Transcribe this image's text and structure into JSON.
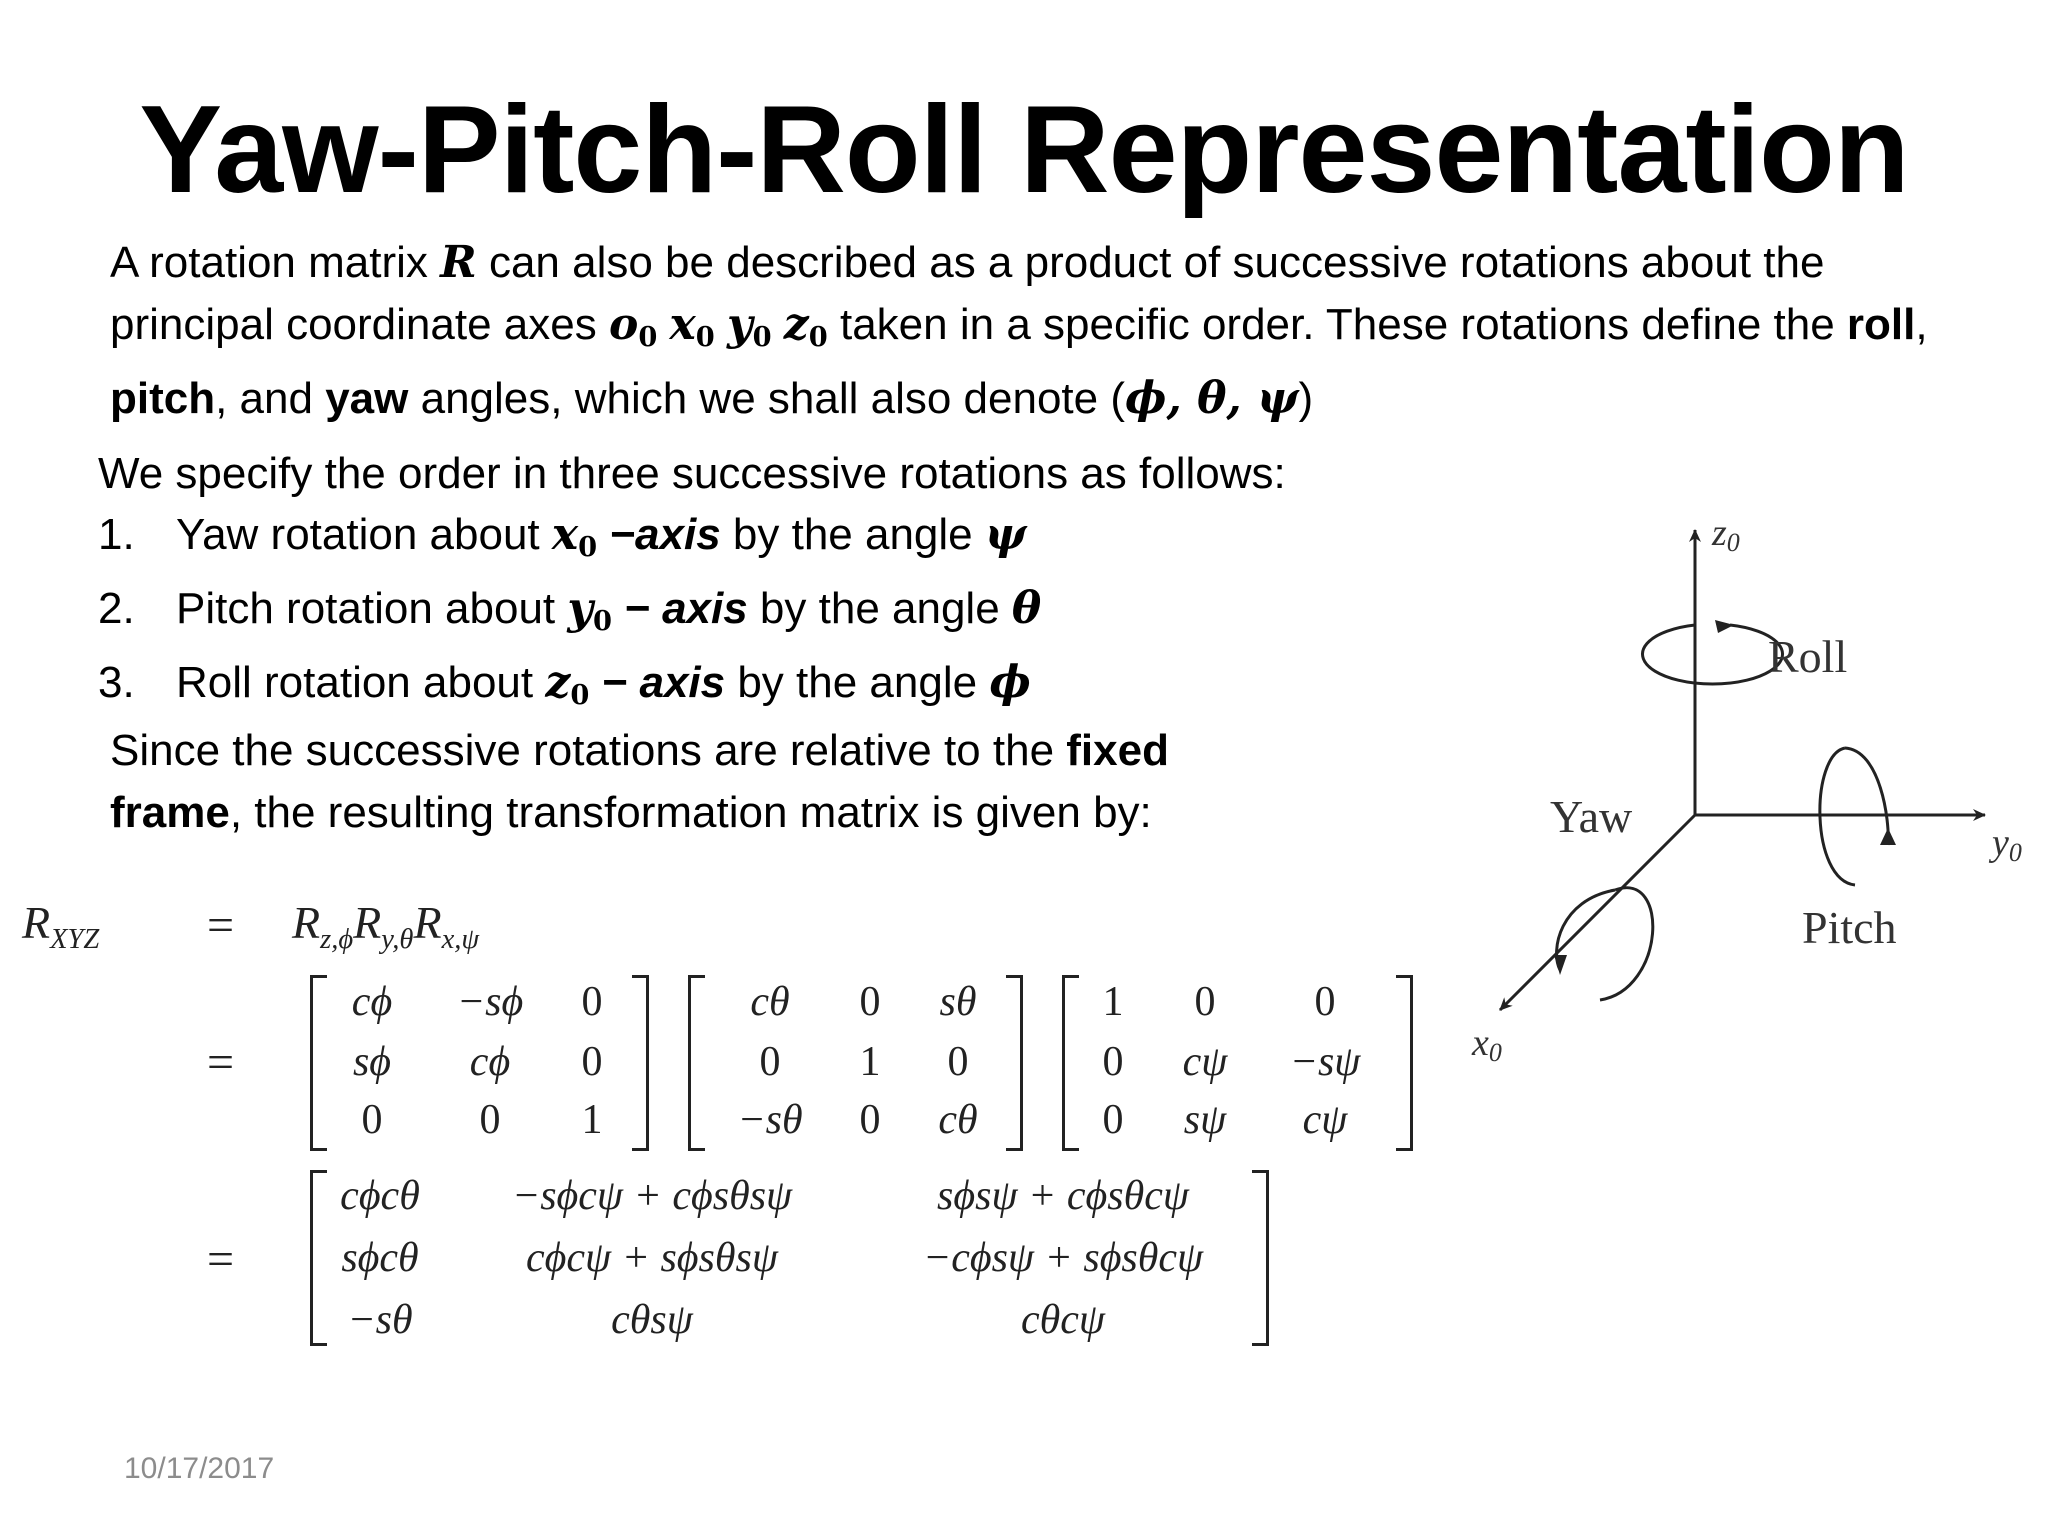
{
  "slide": {
    "title": "Yaw-Pitch-Roll Representation",
    "date": "10/17/2017"
  },
  "intro": {
    "t1": "A rotation matrix ",
    "R": "R",
    "t2": " can also be described as a product of successive rotations about the principal coordinate axes ",
    "o": "o",
    "x": "x",
    "y": "y",
    "z": "z",
    "sub0": "0",
    "t3": " taken in a specific order. These rotations define the ",
    "roll": "roll",
    "comma1": ", ",
    "pitch": "pitch",
    "and": ", and ",
    "yaw": "yaw",
    "t4": " angles, which we shall also denote (",
    "angles": "ϕ, θ, ψ",
    "close": ")"
  },
  "list": {
    "heading": "We specify the order in three successive rotations as follows:",
    "items": [
      {
        "num": "1.",
        "text": "Yaw rotation about ",
        "axis_var": "x",
        "axis_word": "−axis",
        "by": " by the angle ",
        "angle": "ψ"
      },
      {
        "num": "2.",
        "text": "Pitch rotation about ",
        "axis_var": "y",
        "axis_word": " − axis",
        "by": " by the angle ",
        "angle": "θ"
      },
      {
        "num": "3.",
        "text": "Roll rotation about ",
        "axis_var": "z",
        "axis_word": " − axis",
        "by": " by the angle ",
        "angle": "ϕ"
      }
    ]
  },
  "since": {
    "t1": "Since the successive rotations are relative to the ",
    "fixed": "fixed",
    "frame": "frame",
    "t2": ", the resulting transformation matrix is given by:"
  },
  "equation": {
    "lhs": "R",
    "lhs_sub": "XYZ",
    "equals": "=",
    "product": [
      {
        "base": "R",
        "sub": "z,ϕ"
      },
      {
        "base": "R",
        "sub": "y,θ"
      },
      {
        "base": "R",
        "sub": "x,ψ"
      }
    ],
    "matrix_z": [
      [
        "cϕ",
        "−sϕ",
        "0"
      ],
      [
        "sϕ",
        "cϕ",
        "0"
      ],
      [
        "0",
        "0",
        "1"
      ]
    ],
    "matrix_y": [
      [
        "cθ",
        "0",
        "sθ"
      ],
      [
        "0",
        "1",
        "0"
      ],
      [
        "−sθ",
        "0",
        "cθ"
      ]
    ],
    "matrix_x": [
      [
        "1",
        "0",
        "0"
      ],
      [
        "0",
        "cψ",
        "−sψ"
      ],
      [
        "0",
        "sψ",
        "cψ"
      ]
    ],
    "result": [
      [
        "cϕcθ",
        "−sϕcψ + cϕsθsψ",
        "sϕsψ + cϕsθcψ"
      ],
      [
        "sϕcθ",
        "cϕcψ + sϕsθsψ",
        "−cϕsψ + sϕsθcψ"
      ],
      [
        "−sθ",
        "cθsψ",
        "cθcψ"
      ]
    ]
  },
  "diagram": {
    "z_label": "z",
    "y_label": "y",
    "x_label": "x",
    "axis_sub": "0",
    "roll": "Roll",
    "pitch": "Pitch",
    "yaw": "Yaw"
  }
}
